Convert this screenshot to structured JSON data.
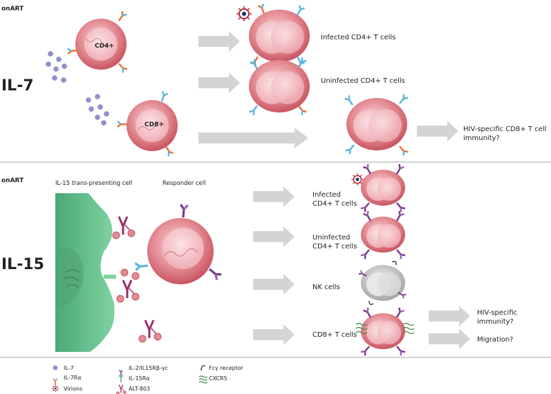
{
  "top": {
    "onart": "onART",
    "title": "IL-7",
    "cd4_label": "CD4+",
    "cd8_label": "CD8+",
    "outcomes": [
      "Infected CD4+ T cells",
      "Uninfected CD4+ T cells"
    ],
    "cd8_outcome": [
      "HIV-specific CD8+ T cell",
      "immunity?"
    ]
  },
  "bottom": {
    "onart": "onART",
    "title": "IL-15",
    "presenting_prefix": "IL-15 ",
    "presenting_italic": "trans",
    "presenting_suffix": "-presenting cell",
    "responder": "Responder cell",
    "outcomes": [
      [
        "Infected",
        "CD4+ T cells"
      ],
      [
        "Uninfected",
        "CD4+ T cells"
      ],
      [
        "NK cells"
      ],
      [
        "CD8+ T cells"
      ]
    ],
    "final": [
      [
        "HIV-specific",
        "immunity?"
      ],
      [
        "Migration?"
      ]
    ]
  },
  "legend": [
    {
      "icon": "il7-dot-icon",
      "label": "IL-7"
    },
    {
      "icon": "il7r-receptor-icon",
      "label": "IL-7Rα"
    },
    {
      "icon": "virion-icon",
      "label": "Virions"
    },
    {
      "icon": "il2-il15-receptor-icon",
      "label": "IL-2/IL15Rβ-γc"
    },
    {
      "icon": "il15ra-icon",
      "label": "IL-15Rα"
    },
    {
      "icon": "alt803-icon",
      "label": "ALT-803"
    },
    {
      "icon": "fcy-receptor-icon",
      "label": "Fcγ receptor"
    },
    {
      "icon": "cxcr5-icon",
      "label": "CXCR5"
    }
  ],
  "colors": {
    "cell_pink": "#d9707a",
    "cell_light": "#f6c9cd",
    "arrow_gray": "#d4d5d3",
    "green": "#5fba84",
    "blue_receptor": "#5bb5e0",
    "orange_receptor": "#e8723a",
    "purple_receptor": "#7a3b8c",
    "virion_red": "#b52a3a"
  }
}
